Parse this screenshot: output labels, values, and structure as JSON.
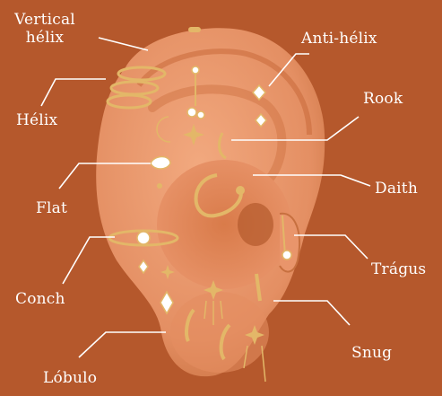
{
  "labels": {
    "vertical_helix": {
      "line1": "Vertical",
      "line2": "hélix"
    },
    "anti_helix": "Anti-hélix",
    "helix": "Hélix",
    "rook": "Rook",
    "flat": "Flat",
    "daith": "Daith",
    "tragus": "Trágus",
    "conch": "Conch",
    "snug": "Snug",
    "lobule": "Lóbulo"
  },
  "colors": {
    "background": "#b5582c",
    "skin": "#e9956b",
    "skin_shadow": "#c7703f",
    "gold": "#e3b768",
    "label_text": "#ffffff",
    "leader_line": "#ffffff"
  },
  "icons": [
    "ear-illustration",
    "earring-icon",
    "hoop-icon",
    "stud-icon",
    "crescent-moon-icon",
    "star-icon"
  ]
}
